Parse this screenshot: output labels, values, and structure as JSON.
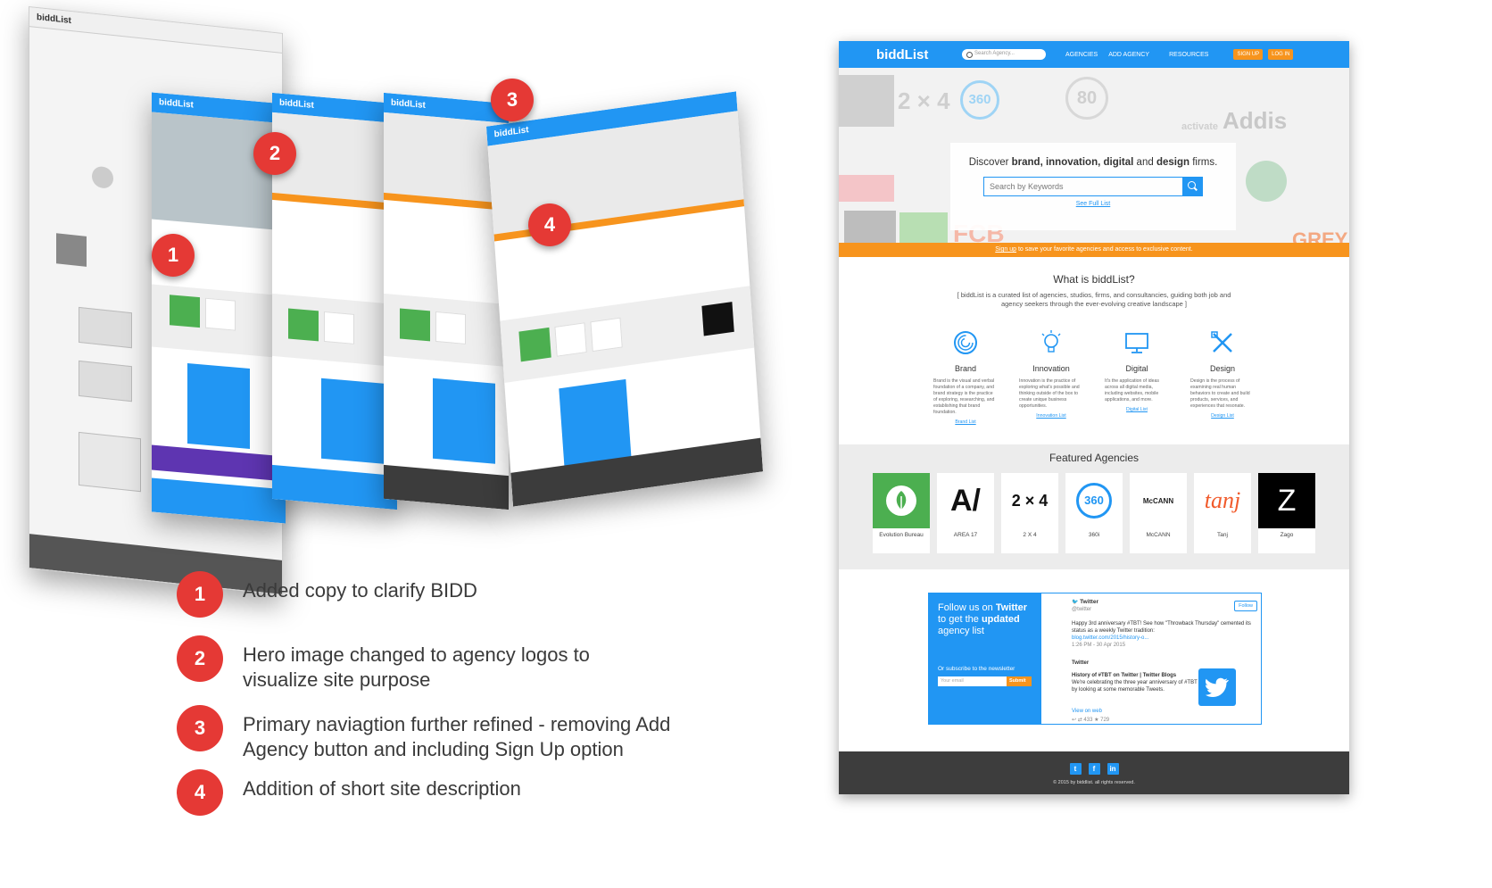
{
  "stack": {
    "mock_logo": "biddList",
    "callouts": [
      "1",
      "2",
      "3",
      "4"
    ]
  },
  "notes": [
    {
      "num": "1",
      "text": "Added copy to clarify BIDD"
    },
    {
      "num": "2",
      "text": "Hero image changed to agency logos to visualize site purpose"
    },
    {
      "num": "3",
      "text": "Primary naviagtion further refined - removing Add Agency button and including Sign Up option"
    },
    {
      "num": "4",
      "text": "Addition of short site description"
    }
  ],
  "site": {
    "nav": {
      "logo": "biddList",
      "search_placeholder": "Search Agency...",
      "links": [
        "AGENCIES",
        "ADD AGENCY",
        "RESOURCES"
      ],
      "signup": "SIGN UP",
      "login": "LOG IN"
    },
    "hero": {
      "title_pre": "Discover ",
      "title_bold": "brand, innovation, digital",
      "title_mid": " and ",
      "title_bold2": "design",
      "title_post": " firms.",
      "search_placeholder": "Search by Keywords",
      "full_list": "See Full List",
      "logos": [
        "2 × 4",
        "360",
        "Addis",
        "FCB",
        "GREY",
        "activate",
        "80"
      ]
    },
    "signup_bar": {
      "link": "Sign up",
      "text": " to save your favorite agencies and access to exclusive content."
    },
    "about": {
      "heading": "What is biddList?",
      "description": "[ biddList is a curated list of agencies, studios, firms, and consultancies, guiding both job and agency seekers through the ever-evolving creative landscape ]",
      "pillars": [
        {
          "title": "Brand",
          "text": "Brand is the visual and verbal foundation of a company, and brand strategy is the practice of exploring, researching, and establishing that brand foundation.",
          "link": "Brand List"
        },
        {
          "title": "Innovation",
          "text": "Innovation is the practice of exploring what's possible and thinking outside of the box to create unique business opportunities.",
          "link": "Innovation List"
        },
        {
          "title": "Digital",
          "text": "It's the application of ideas across all digital media, including websites, mobile applications, and more.",
          "link": "Digital List"
        },
        {
          "title": "Design",
          "text": "Design is the process of examining real human behaviors to create and build products, services, and experiences that resonate.",
          "link": "Design List"
        }
      ]
    },
    "featured": {
      "heading": "Featured Agencies",
      "agencies": [
        {
          "name": "Evolution Bureau",
          "mark": ""
        },
        {
          "name": "AREA 17",
          "mark": "A/"
        },
        {
          "name": "2 X 4",
          "mark": "2 × 4"
        },
        {
          "name": "360i",
          "mark": "360"
        },
        {
          "name": "McCANN",
          "mark": "McCANN"
        },
        {
          "name": "Tanj",
          "mark": "tanj"
        },
        {
          "name": "Zago",
          "mark": "Z"
        }
      ]
    },
    "twitter": {
      "follow_pre": "Follow us on ",
      "follow_bold": "Twitter",
      "follow_mid": " to get the ",
      "follow_bold2": "updated",
      "follow_post": " agency list",
      "subscribe": "Or subscribe to the newsletter",
      "email_placeholder": "Your email",
      "submit": "Submit",
      "account": "Twitter",
      "handle": "@twitter",
      "follow_btn": "Follow",
      "tweet": "Happy 3rd anniversary #TBT! See how \"Throwback Thursday\" cemented its status as a weekly Twitter tradition:",
      "tweet_link": "blog.twitter.com/2015/history-o...",
      "time": "1:26 PM - 30 Apr 2015",
      "card_source": "Twitter",
      "card_title": "History of #TBT on Twitter | Twitter Blogs",
      "card_text": "We're celebrating the three year anniversary of #TBT by looking at some memorable Tweets.",
      "view": "View on web",
      "actions": "↩   ⇄ 433   ★ 729"
    },
    "footer": {
      "copyright": "© 2015 by biddlist. all rights reserved.",
      "social": [
        "t",
        "f",
        "in"
      ]
    }
  }
}
